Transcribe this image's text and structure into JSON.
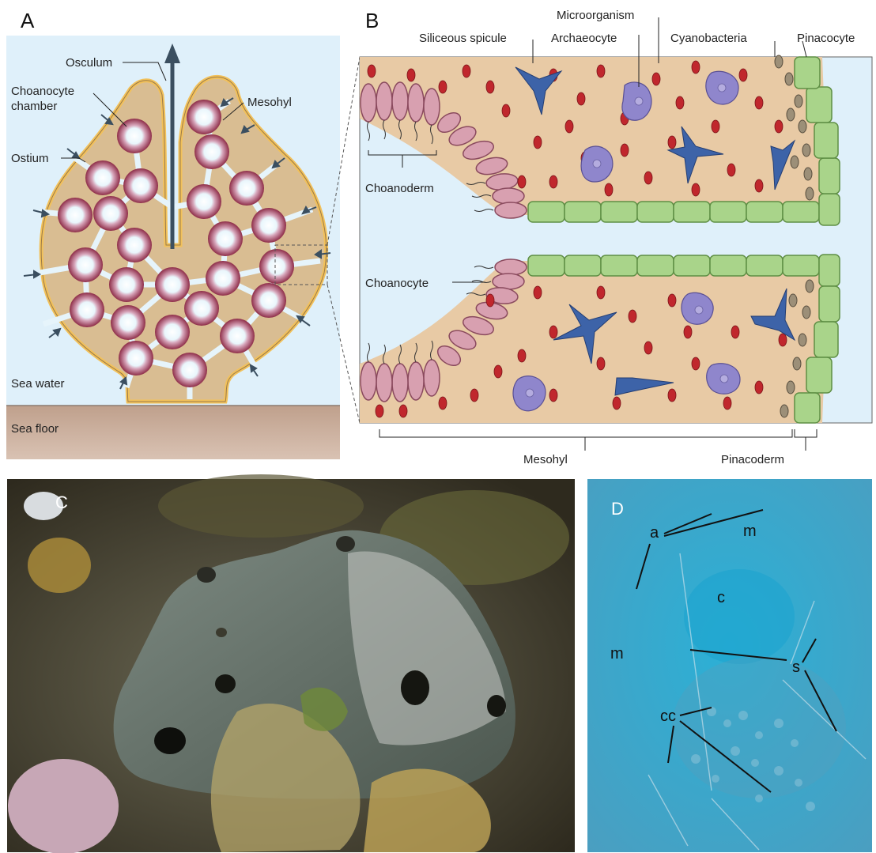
{
  "panels": {
    "a": {
      "letter": "A",
      "labels": {
        "osculum": "Osculum",
        "choanocyte_chamber_line1": "Choanocyte",
        "choanocyte_chamber_line2": "chamber",
        "mesohyl": "Mesohyl",
        "ostium": "Ostium",
        "sea_water": "Sea water",
        "sea_floor": "Sea floor"
      }
    },
    "b": {
      "letter": "B",
      "labels": {
        "microorganism": "Microorganism",
        "siliceous_spicule": "Siliceous spicule",
        "archaeocyte": "Archaeocyte",
        "cyanobacteria": "Cyanobacteria",
        "pinacocyte": "Pinacocyte",
        "choanoderm": "Choanoderm",
        "choanocyte": "Choanocyte",
        "mesohyl": "Mesohyl",
        "pinacoderm": "Pinacoderm"
      }
    },
    "c": {
      "letter": "C"
    },
    "d": {
      "letter": "D",
      "labels": {
        "a": "a",
        "m_top": "m",
        "c": "c",
        "m_left": "m",
        "s": "s",
        "cc": "cc"
      }
    }
  },
  "colors": {
    "sea_water": "#dff0fa",
    "sea_floor": "#c9a996",
    "sponge_body": "#d9bd92",
    "sponge_outline": "#f2c15a",
    "chamber": "#9c3550",
    "chamber_center": "#eef8fd",
    "mesohyl_bg": "#e8caa5",
    "pinacocyte": "#a9d48a",
    "choanocyte": "#d8a0b0",
    "microbe": "#c0272d",
    "archaeocyte": "#8f86cc",
    "spicule": "#3d63a8",
    "cyanobacteria": "#9c8f78"
  }
}
